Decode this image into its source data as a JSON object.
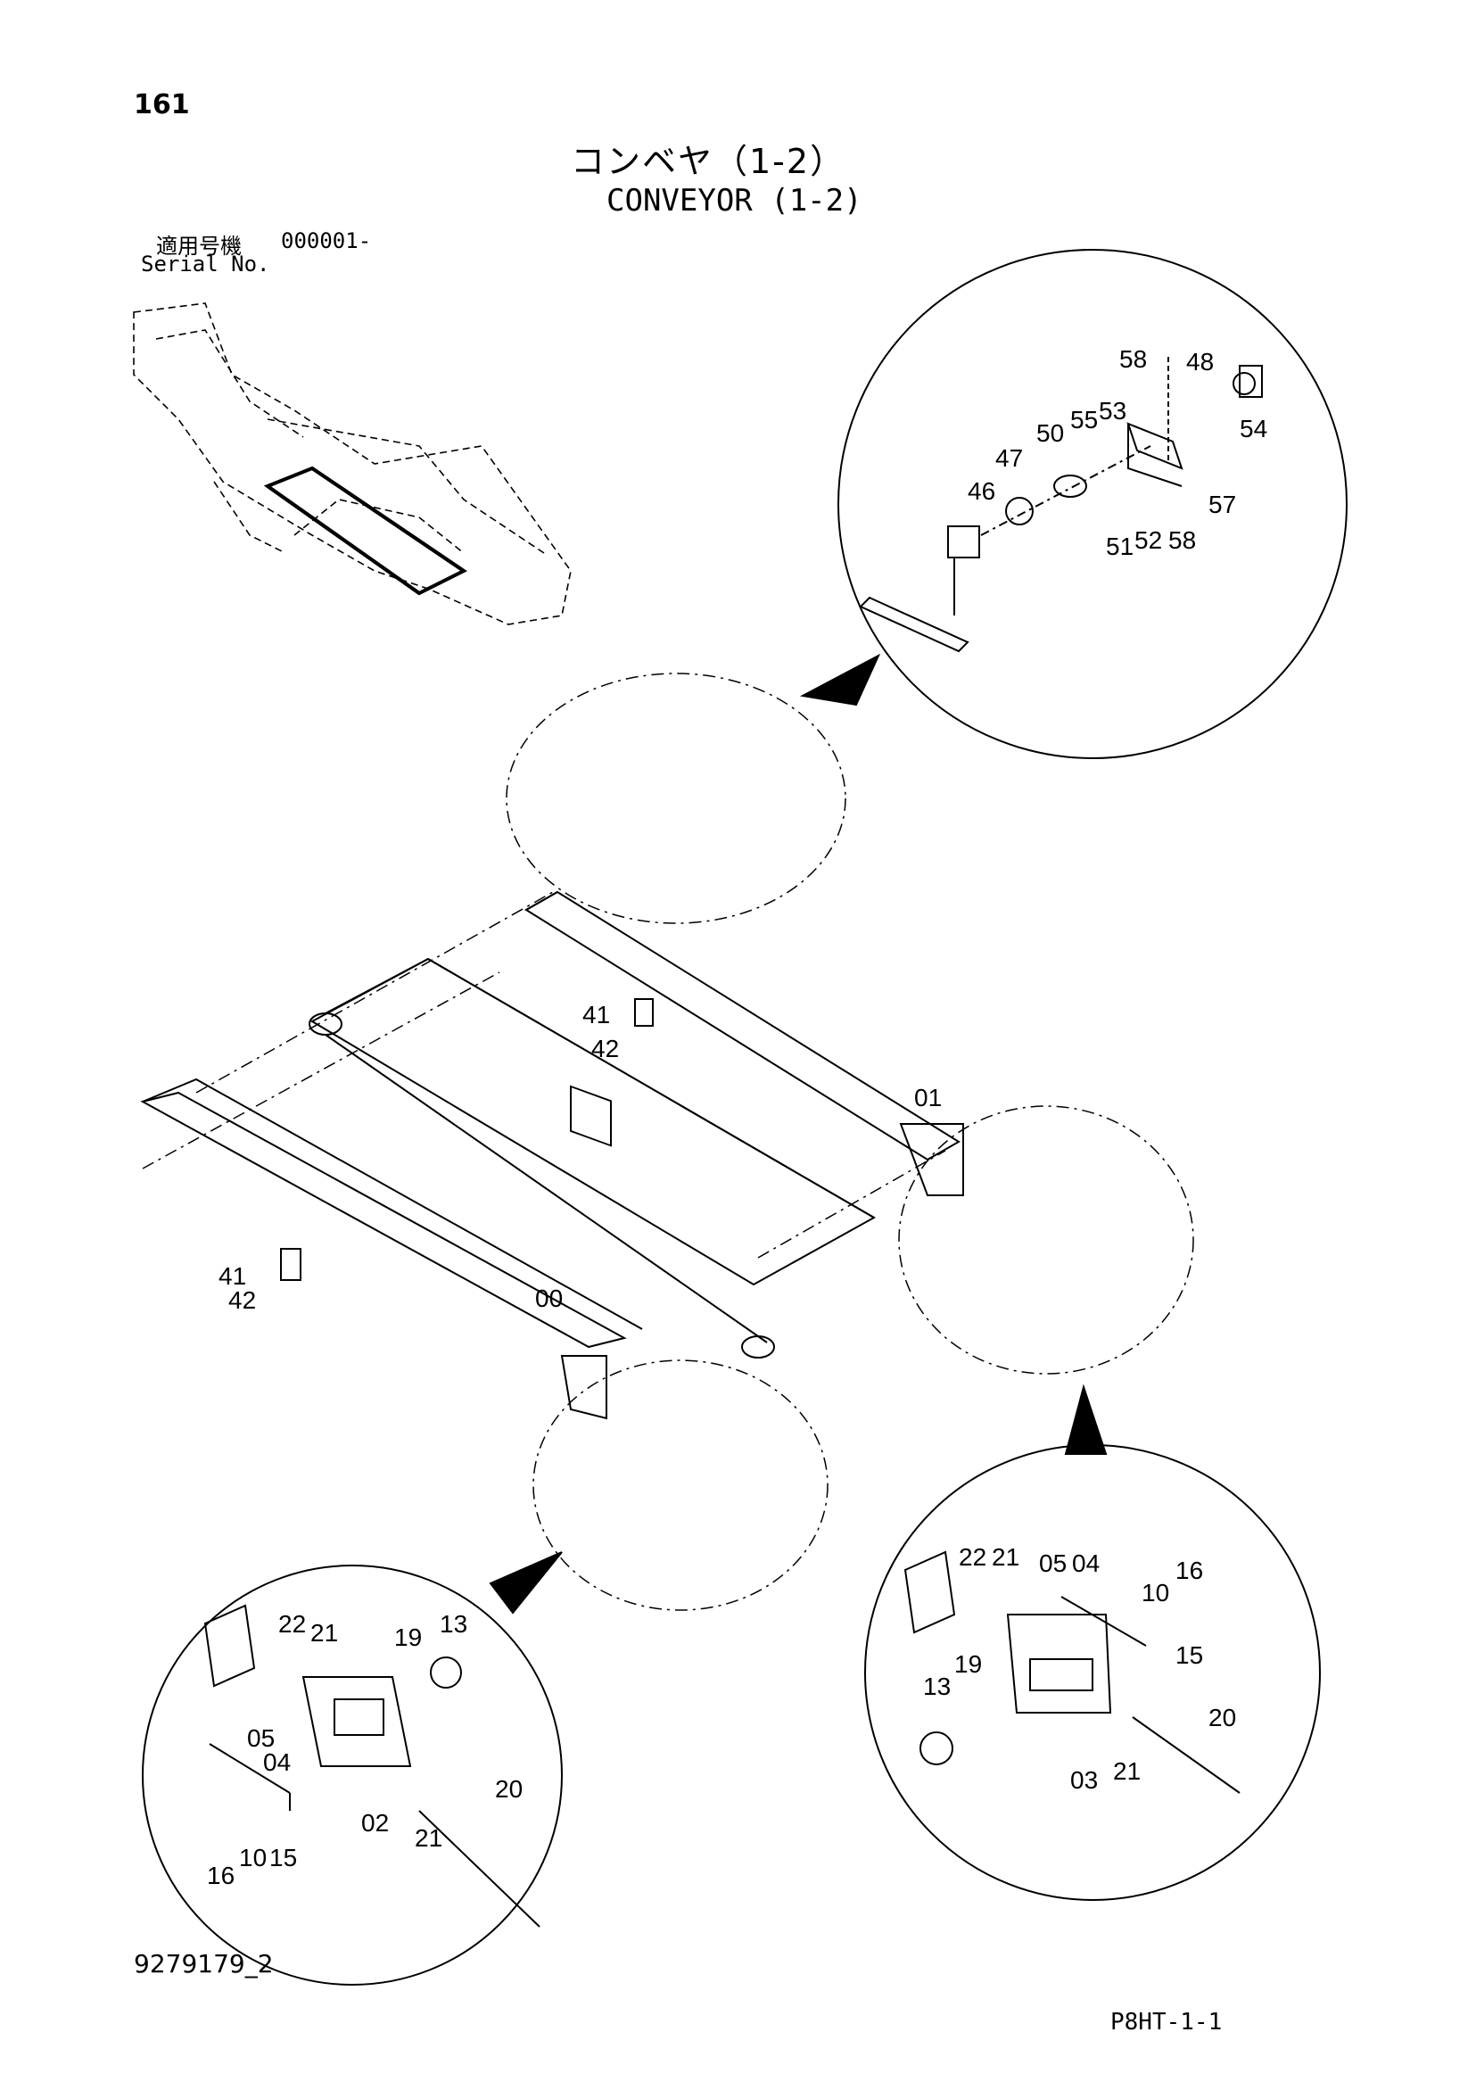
{
  "page": {
    "number": "161",
    "title_ja": "コンベヤ（1-2）",
    "title_en": "CONVEYOR (1-2)",
    "serial_label_ja": "適用号機",
    "serial_value": "000001-",
    "serial_label_en": "Serial No.",
    "drawing_id": "9279179_2",
    "page_code": "P8HT-1-1"
  },
  "parts": {
    "p00": "00",
    "p01": "01",
    "p41a": "41",
    "p42a": "42",
    "p41b": "41",
    "p42b": "42",
    "tr58a": "58",
    "tr48": "48",
    "tr54": "54",
    "tr55": "55",
    "tr53": "53",
    "tr50": "50",
    "tr47": "47",
    "tr46": "46",
    "tr57": "57",
    "tr51": "51",
    "tr52": "52",
    "tr58b": "58",
    "bl22": "22",
    "bl21a": "21",
    "bl19": "19",
    "bl13": "13",
    "bl05": "05",
    "bl04": "04",
    "bl02": "02",
    "bl21b": "21",
    "bl20": "20",
    "bl16": "16",
    "bl10": "10",
    "bl15": "15",
    "br22": "22",
    "br21a": "21",
    "br05": "05",
    "br04": "04",
    "br10": "10",
    "br16": "16",
    "br15": "15",
    "br19": "19",
    "br13": "13",
    "br20": "20",
    "br03": "03",
    "br21b": "21"
  }
}
